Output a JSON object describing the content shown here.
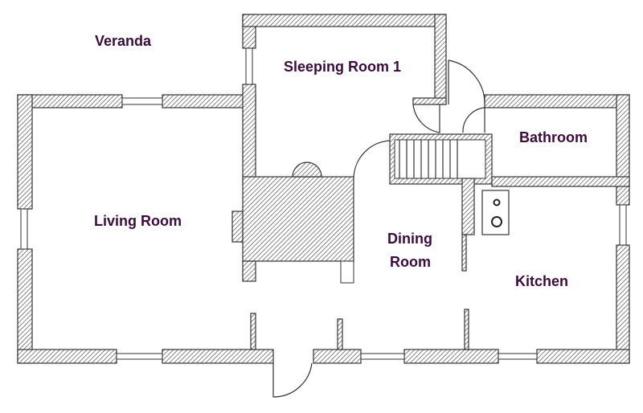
{
  "title": "Floor Plan",
  "rooms": {
    "veranda": "Veranda",
    "sleeping_room_1": "Sleeping Room 1",
    "bathroom": "Bathroom",
    "living_room": "Living Room",
    "dining_room_line1": "Dining",
    "dining_room_line2": "Room",
    "kitchen": "Kitchen"
  },
  "colors": {
    "label": "#3d0a3f",
    "wall_line": "#333333"
  }
}
